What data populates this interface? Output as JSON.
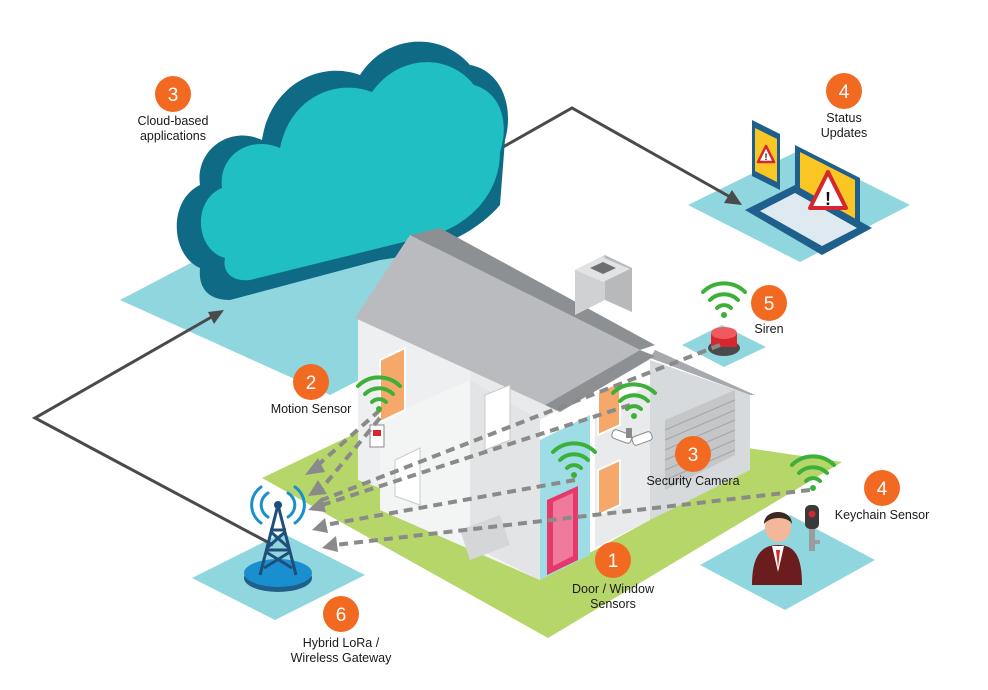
{
  "colors": {
    "accent_orange": "#f26a21",
    "cloud_teal": "#1fbfc4",
    "cloud_dark": "#0f6a86",
    "pad_blue": "#8fd6de",
    "lawn_green": "#b7d66a",
    "wifi_green": "#3db039",
    "arrow_gray": "#8a8a8a",
    "line_dark": "#4a4a4a",
    "door_pink": "#e5396b",
    "wall_blue": "#9fdde6",
    "roof_gray": "#a7a9ac"
  },
  "components": [
    {
      "number": "3",
      "label_lines": [
        "Cloud-based",
        "applications"
      ],
      "icon": "cloud-icon"
    },
    {
      "number": "4",
      "label_lines": [
        "Status",
        "Updates"
      ],
      "icon": "laptop-icon"
    },
    {
      "number": "5",
      "label_lines": [
        "Siren"
      ],
      "icon": "siren-icon"
    },
    {
      "number": "2",
      "label_lines": [
        "Motion Sensor"
      ],
      "icon": "motion-sensor-icon"
    },
    {
      "number": "3",
      "label_lines": [
        "Security Camera"
      ],
      "icon": "camera-icon"
    },
    {
      "number": "4",
      "label_lines": [
        "Keychain Sensor"
      ],
      "icon": "keychain-icon"
    },
    {
      "number": "1",
      "label_lines": [
        "Door / Window",
        "Sensors"
      ],
      "icon": "door-sensor-icon"
    },
    {
      "number": "6",
      "label_lines": [
        "Hybrid LoRa /",
        "Wireless Gateway"
      ],
      "icon": "tower-icon"
    }
  ],
  "warning_glyph": "!"
}
